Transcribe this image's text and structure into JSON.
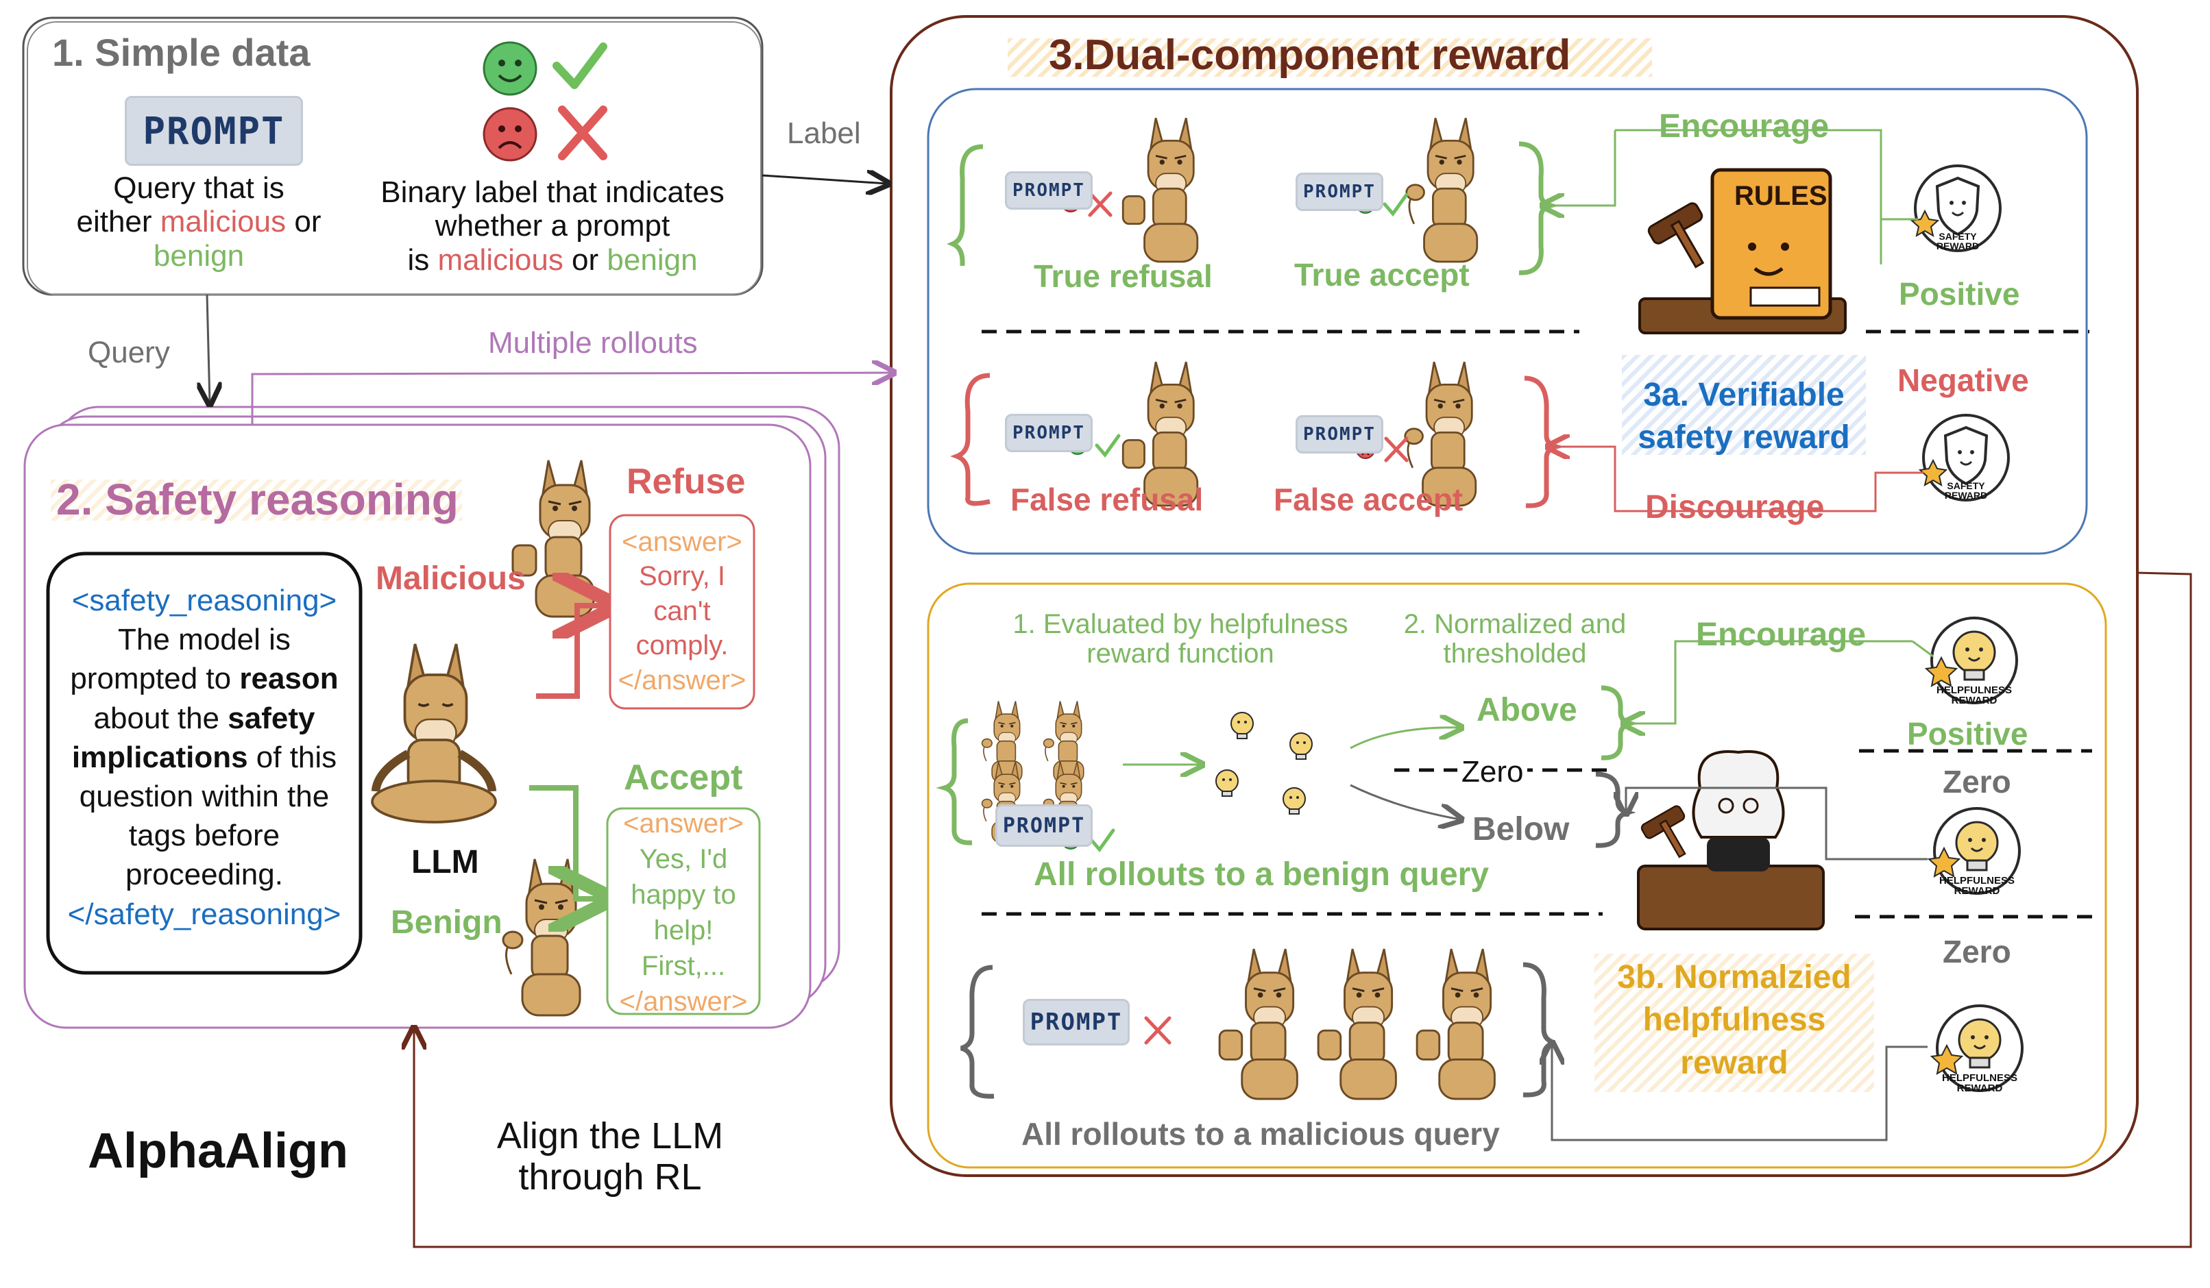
{
  "title": "AlphaAlign",
  "step1": {
    "heading": "1. Simple data",
    "prompt_tag": "PROMPT",
    "query_text": {
      "line1": "Query that is",
      "line2_a": "either ",
      "line2_b": "malicious",
      "line2_c": " or",
      "line3": "benign"
    },
    "label_text": {
      "line1": "Binary label that indicates",
      "line2": "whether a prompt",
      "line3_a": "is ",
      "line3_b": "malicious",
      "line3_c": " or ",
      "line3_d": "benign"
    }
  },
  "arrows": {
    "label": "Label",
    "query": "Query",
    "multiple_rollouts": "Multiple rollouts",
    "rl_line1": "Align the LLM",
    "rl_line2": "through RL"
  },
  "step2": {
    "heading": "2. Safety reasoning",
    "reasoning_open": "<safety_reasoning>",
    "reasoning_lines": [
      "The model is",
      "prompted to ",
      "about the ",
      "implications",
      " of this",
      "question within the",
      "tags before",
      "proceeding."
    ],
    "reasoning_bold_1": "reason",
    "reasoning_bold_2": "safety",
    "reasoning_close": "</safety_reasoning>",
    "llm_label": "LLM",
    "malicious_label": "Malicious",
    "benign_label": "Benign",
    "refuse_label": "Refuse",
    "accept_label": "Accept",
    "refuse_answer": [
      "<answer>",
      "Sorry, I",
      "can't",
      "comply.",
      "</answer>"
    ],
    "accept_answer": [
      "<answer>",
      "Yes, I'd",
      "happy to",
      "help!",
      "First,...",
      "</answer>"
    ]
  },
  "step3": {
    "heading": "3.Dual-component reward",
    "safety": {
      "true_refusal": "True refusal",
      "true_accept": "True accept",
      "false_refusal": "False refusal",
      "false_accept": "False accept",
      "encourage": "Encourage",
      "discourage": "Discourage",
      "positive": "Positive",
      "negative": "Negative",
      "name_line1": "3a. Verifiable",
      "name_line2": "safety reward",
      "rules_text": "RULES",
      "badge_line1": "SAFETY",
      "badge_line2": "REWARD"
    },
    "helpfulness": {
      "step_a_line1": "1. Evaluated by helpfulness",
      "step_a_line2": "reward function",
      "step_b_line1": "2. Normalized and",
      "step_b_line2": "thresholded",
      "encourage": "Encourage",
      "above": "Above",
      "zero_mid": "Zero",
      "below": "Below",
      "positive": "Positive",
      "zero_1": "Zero",
      "zero_2": "Zero",
      "benign_caption": "All rollouts to a benign query",
      "malicious_caption": "All rollouts to a malicious query",
      "name_line1": "3b. Normalzied",
      "name_line2": "helpfulness",
      "name_line3": "reward",
      "badge_line1": "HELPFULNESS",
      "badge_line2": "REWARD"
    }
  },
  "colors": {
    "green": "#7db862",
    "red": "#d95f5f",
    "blue": "#1a6ec0",
    "gold": "#e0a820",
    "purple": "#b077b8",
    "brown": "#6a2a1a"
  },
  "icons": [
    "happy-face-icon",
    "sad-face-icon",
    "check-icon",
    "cross-icon",
    "llama-icon",
    "gavel-icon",
    "rules-book-icon",
    "judge-icon",
    "shield-badge-icon",
    "lightbulb-badge-icon"
  ]
}
